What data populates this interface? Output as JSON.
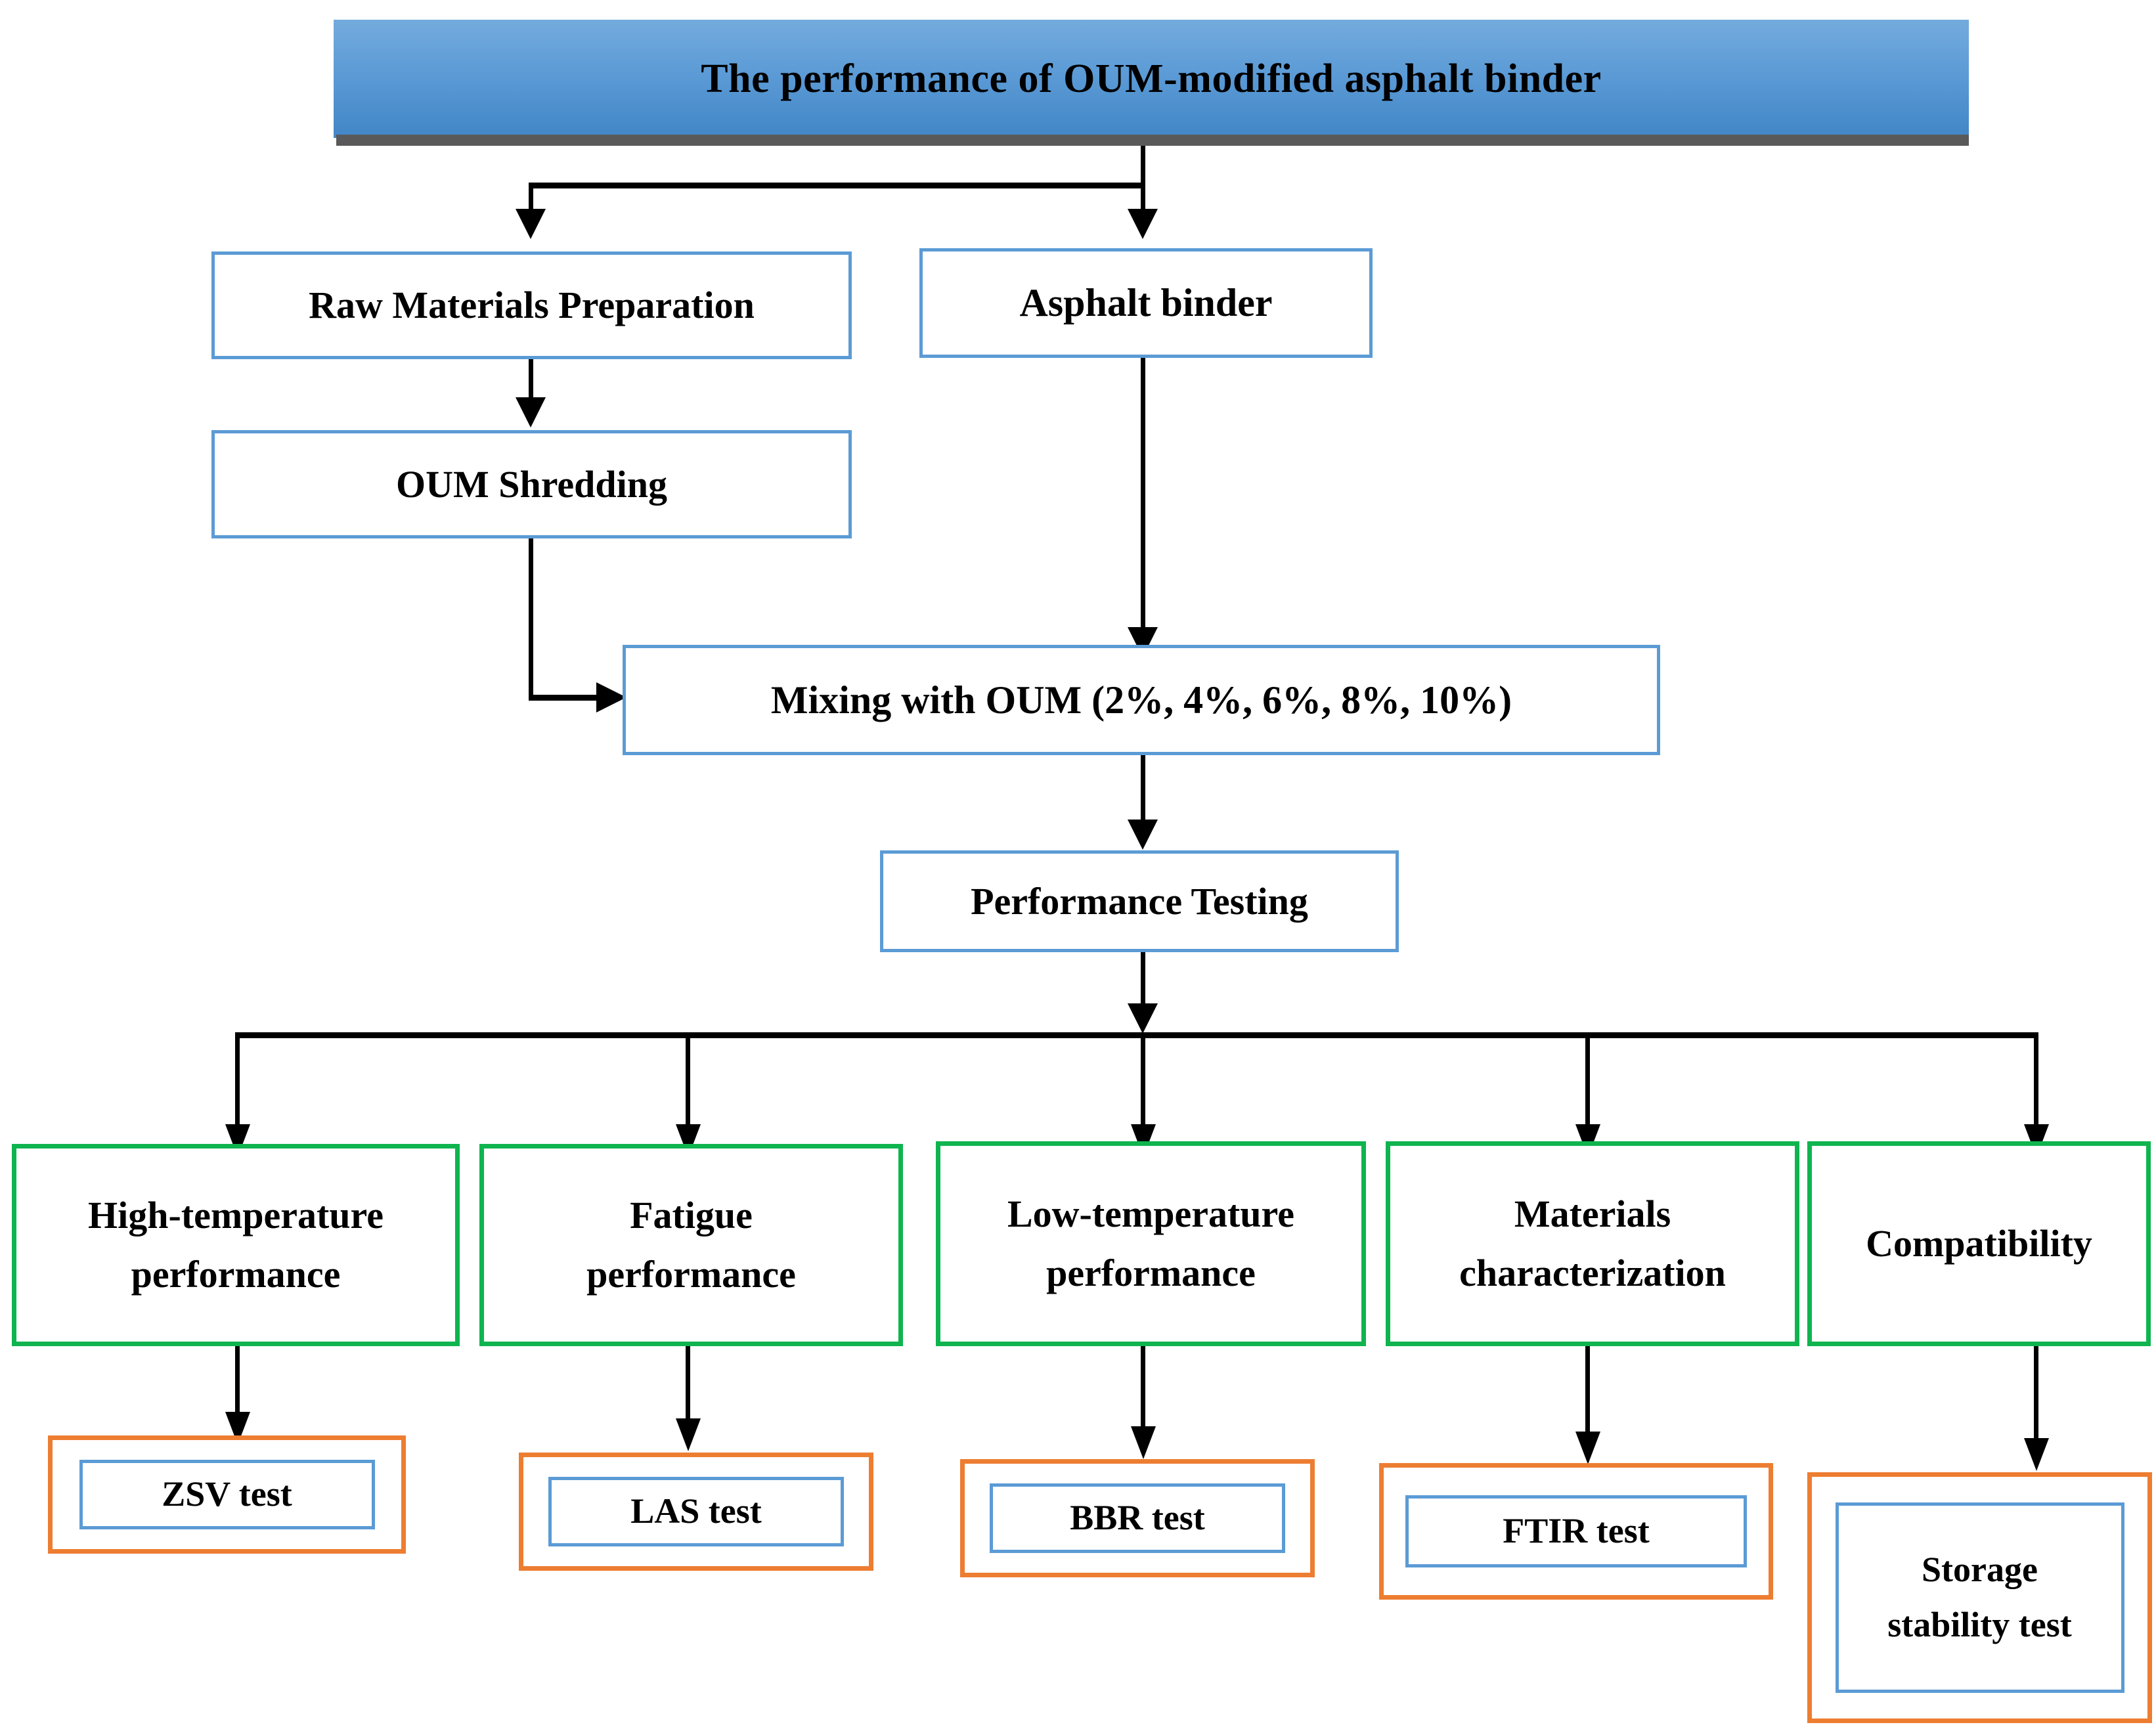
{
  "diagram": {
    "title": "The performance of OUM-modified asphalt binder",
    "colors": {
      "banner_top": "#74ABDD",
      "banner_bottom": "#4186C6",
      "banner_shadow": "#595959",
      "blue_border": "#5B9BD5",
      "green_border": "#0FB44F",
      "orange_border": "#ED7D31",
      "connector": "#000000",
      "text": "#000000",
      "background": "#FFFFFF"
    },
    "nodes": {
      "raw_materials": "Raw Materials Preparation",
      "asphalt_binder": "Asphalt binder",
      "oum_shredding": "OUM Shredding",
      "mixing": "Mixing with OUM (2%, 4%, 6%, 8%, 10%)",
      "performance_testing": "Performance Testing"
    },
    "categories": [
      {
        "label": "High-temperature\nperformance",
        "line1": "High-temperature",
        "line2": "performance",
        "test": "ZSV test"
      },
      {
        "label": "Fatigue\nperformance",
        "line1": "Fatigue",
        "line2": "performance",
        "test": "LAS test"
      },
      {
        "label": "Low-temperature\nperformance",
        "line1": "Low-temperature",
        "line2": "performance",
        "test": "BBR test"
      },
      {
        "label": "Materials\ncharacterization",
        "line1": "Materials",
        "line2": "characterization",
        "test": "FTIR test"
      },
      {
        "label": "Compatibility",
        "line1": "Compatibility",
        "line2": "",
        "test_line1": "Storage",
        "test_line2": "stability test"
      }
    ],
    "tests": {
      "zsv": "ZSV test",
      "las": "LAS test",
      "bbr": "BBR test",
      "ftir": "FTIR test",
      "storage_line1": "Storage",
      "storage_line2": "stability test"
    },
    "edges": [
      {
        "from": "title",
        "to": "raw_materials"
      },
      {
        "from": "title",
        "to": "asphalt_binder"
      },
      {
        "from": "raw_materials",
        "to": "oum_shredding"
      },
      {
        "from": "oum_shredding",
        "to": "mixing"
      },
      {
        "from": "asphalt_binder",
        "to": "mixing"
      },
      {
        "from": "mixing",
        "to": "performance_testing"
      },
      {
        "from": "performance_testing",
        "to": "High-temperature performance"
      },
      {
        "from": "performance_testing",
        "to": "Fatigue performance"
      },
      {
        "from": "performance_testing",
        "to": "Low-temperature performance"
      },
      {
        "from": "performance_testing",
        "to": "Materials characterization"
      },
      {
        "from": "performance_testing",
        "to": "Compatibility"
      },
      {
        "from": "High-temperature performance",
        "to": "ZSV test"
      },
      {
        "from": "Fatigue performance",
        "to": "LAS test"
      },
      {
        "from": "Low-temperature performance",
        "to": "BBR test"
      },
      {
        "from": "Materials characterization",
        "to": "FTIR test"
      },
      {
        "from": "Compatibility",
        "to": "Storage stability test"
      }
    ]
  }
}
